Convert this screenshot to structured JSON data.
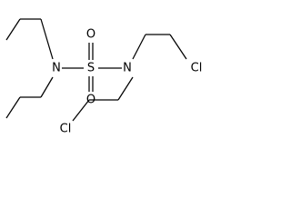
{
  "molecule": {
    "atoms": {
      "n_left": "N",
      "sulfur": "S",
      "o_top": "O",
      "o_bottom": "O",
      "n_right": "N",
      "cl_top": "Cl",
      "cl_bottom": "Cl"
    },
    "colors": {
      "bond": "#000000",
      "label": "#000000",
      "background": "#ffffff"
    }
  }
}
